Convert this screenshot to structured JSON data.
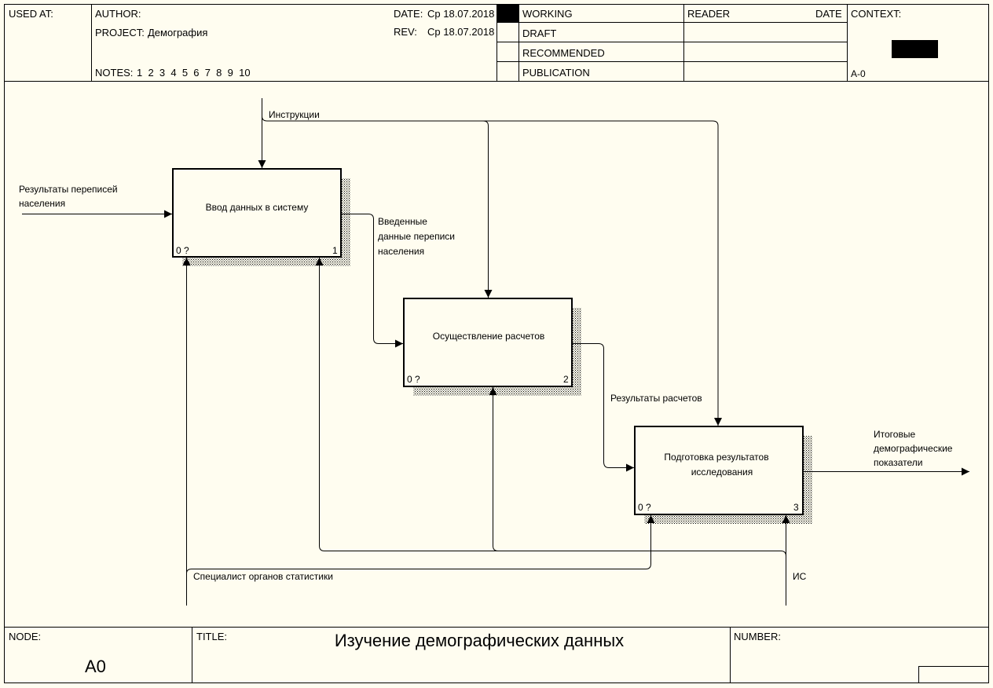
{
  "header": {
    "used_at": "USED AT:",
    "author": "AUTHOR:",
    "project_label": "PROJECT:",
    "project_value": "Демография",
    "notes_label": "NOTES:",
    "notes_values": "1  2  3  4  5  6  7  8  9  10",
    "date_label": "DATE:",
    "date_value": "Ср 18.07.2018",
    "rev_label": "REV:",
    "rev_value": "Ср 18.07.2018",
    "status": [
      "WORKING",
      "DRAFT",
      "RECOMMENDED",
      "PUBLICATION"
    ],
    "reader": "READER",
    "reader_date": "DATE",
    "context": "CONTEXT:",
    "context_node": "A-0"
  },
  "boxes": [
    {
      "name": "Ввод данных в систему",
      "cost": "0 ?",
      "number": "1"
    },
    {
      "name": "Осуществление расчетов",
      "cost": "0 ?",
      "number": "2"
    },
    {
      "name_line1": "Подготовка результатов",
      "name_line2": "исследования",
      "cost": "0 ?",
      "number": "3"
    }
  ],
  "arrows": {
    "input_line1": "Результаты переписей",
    "input_line2": "населения",
    "control": "Инструкции",
    "intermediate_line1": "Введенные",
    "intermediate_line2": "данные переписи",
    "intermediate_line3": "населения",
    "calc_results": "Результаты расчетов",
    "output_line1": "Итоговые",
    "output_line2": "демографические",
    "output_line3": "показатели",
    "mechanism_specialist": "Специалист органов статистики",
    "mechanism_is": "ИС"
  },
  "footer": {
    "node_label": "NODE:",
    "node_value": "A0",
    "title_label": "TITLE:",
    "title_value": "Изучение демографических данных",
    "number_label": "NUMBER:"
  },
  "colors": {
    "background": "#fffdf0",
    "line": "#000000",
    "shadow": "#000000"
  }
}
